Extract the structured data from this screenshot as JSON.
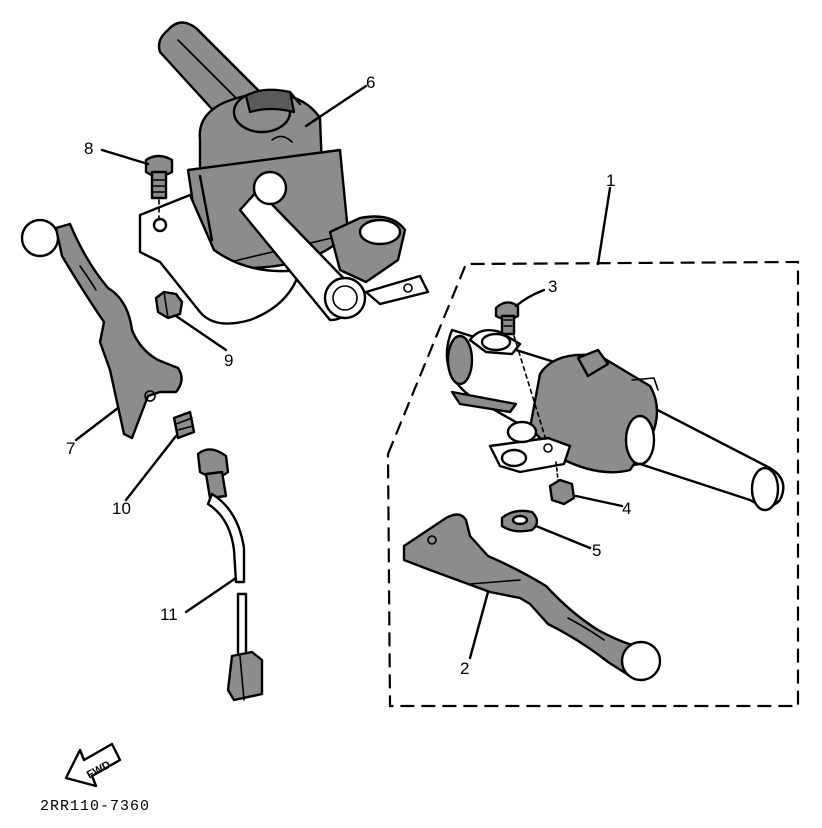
{
  "parts": [
    {
      "key": "p1",
      "label": "1"
    },
    {
      "key": "p2",
      "label": "2"
    },
    {
      "key": "p3",
      "label": "3"
    },
    {
      "key": "p4",
      "label": "4"
    },
    {
      "key": "p5",
      "label": "5"
    },
    {
      "key": "p6",
      "label": "6"
    },
    {
      "key": "p7",
      "label": "7"
    },
    {
      "key": "p8",
      "label": "8"
    },
    {
      "key": "p9",
      "label": "9"
    },
    {
      "key": "p10",
      "label": "10"
    },
    {
      "key": "p11",
      "label": "11"
    }
  ],
  "direction_marker": {
    "text": "FWD"
  },
  "diagram_code": "2RR110-7360",
  "colors": {
    "line": "#000000",
    "shade": "#8c8c8c",
    "background": "#ffffff"
  }
}
